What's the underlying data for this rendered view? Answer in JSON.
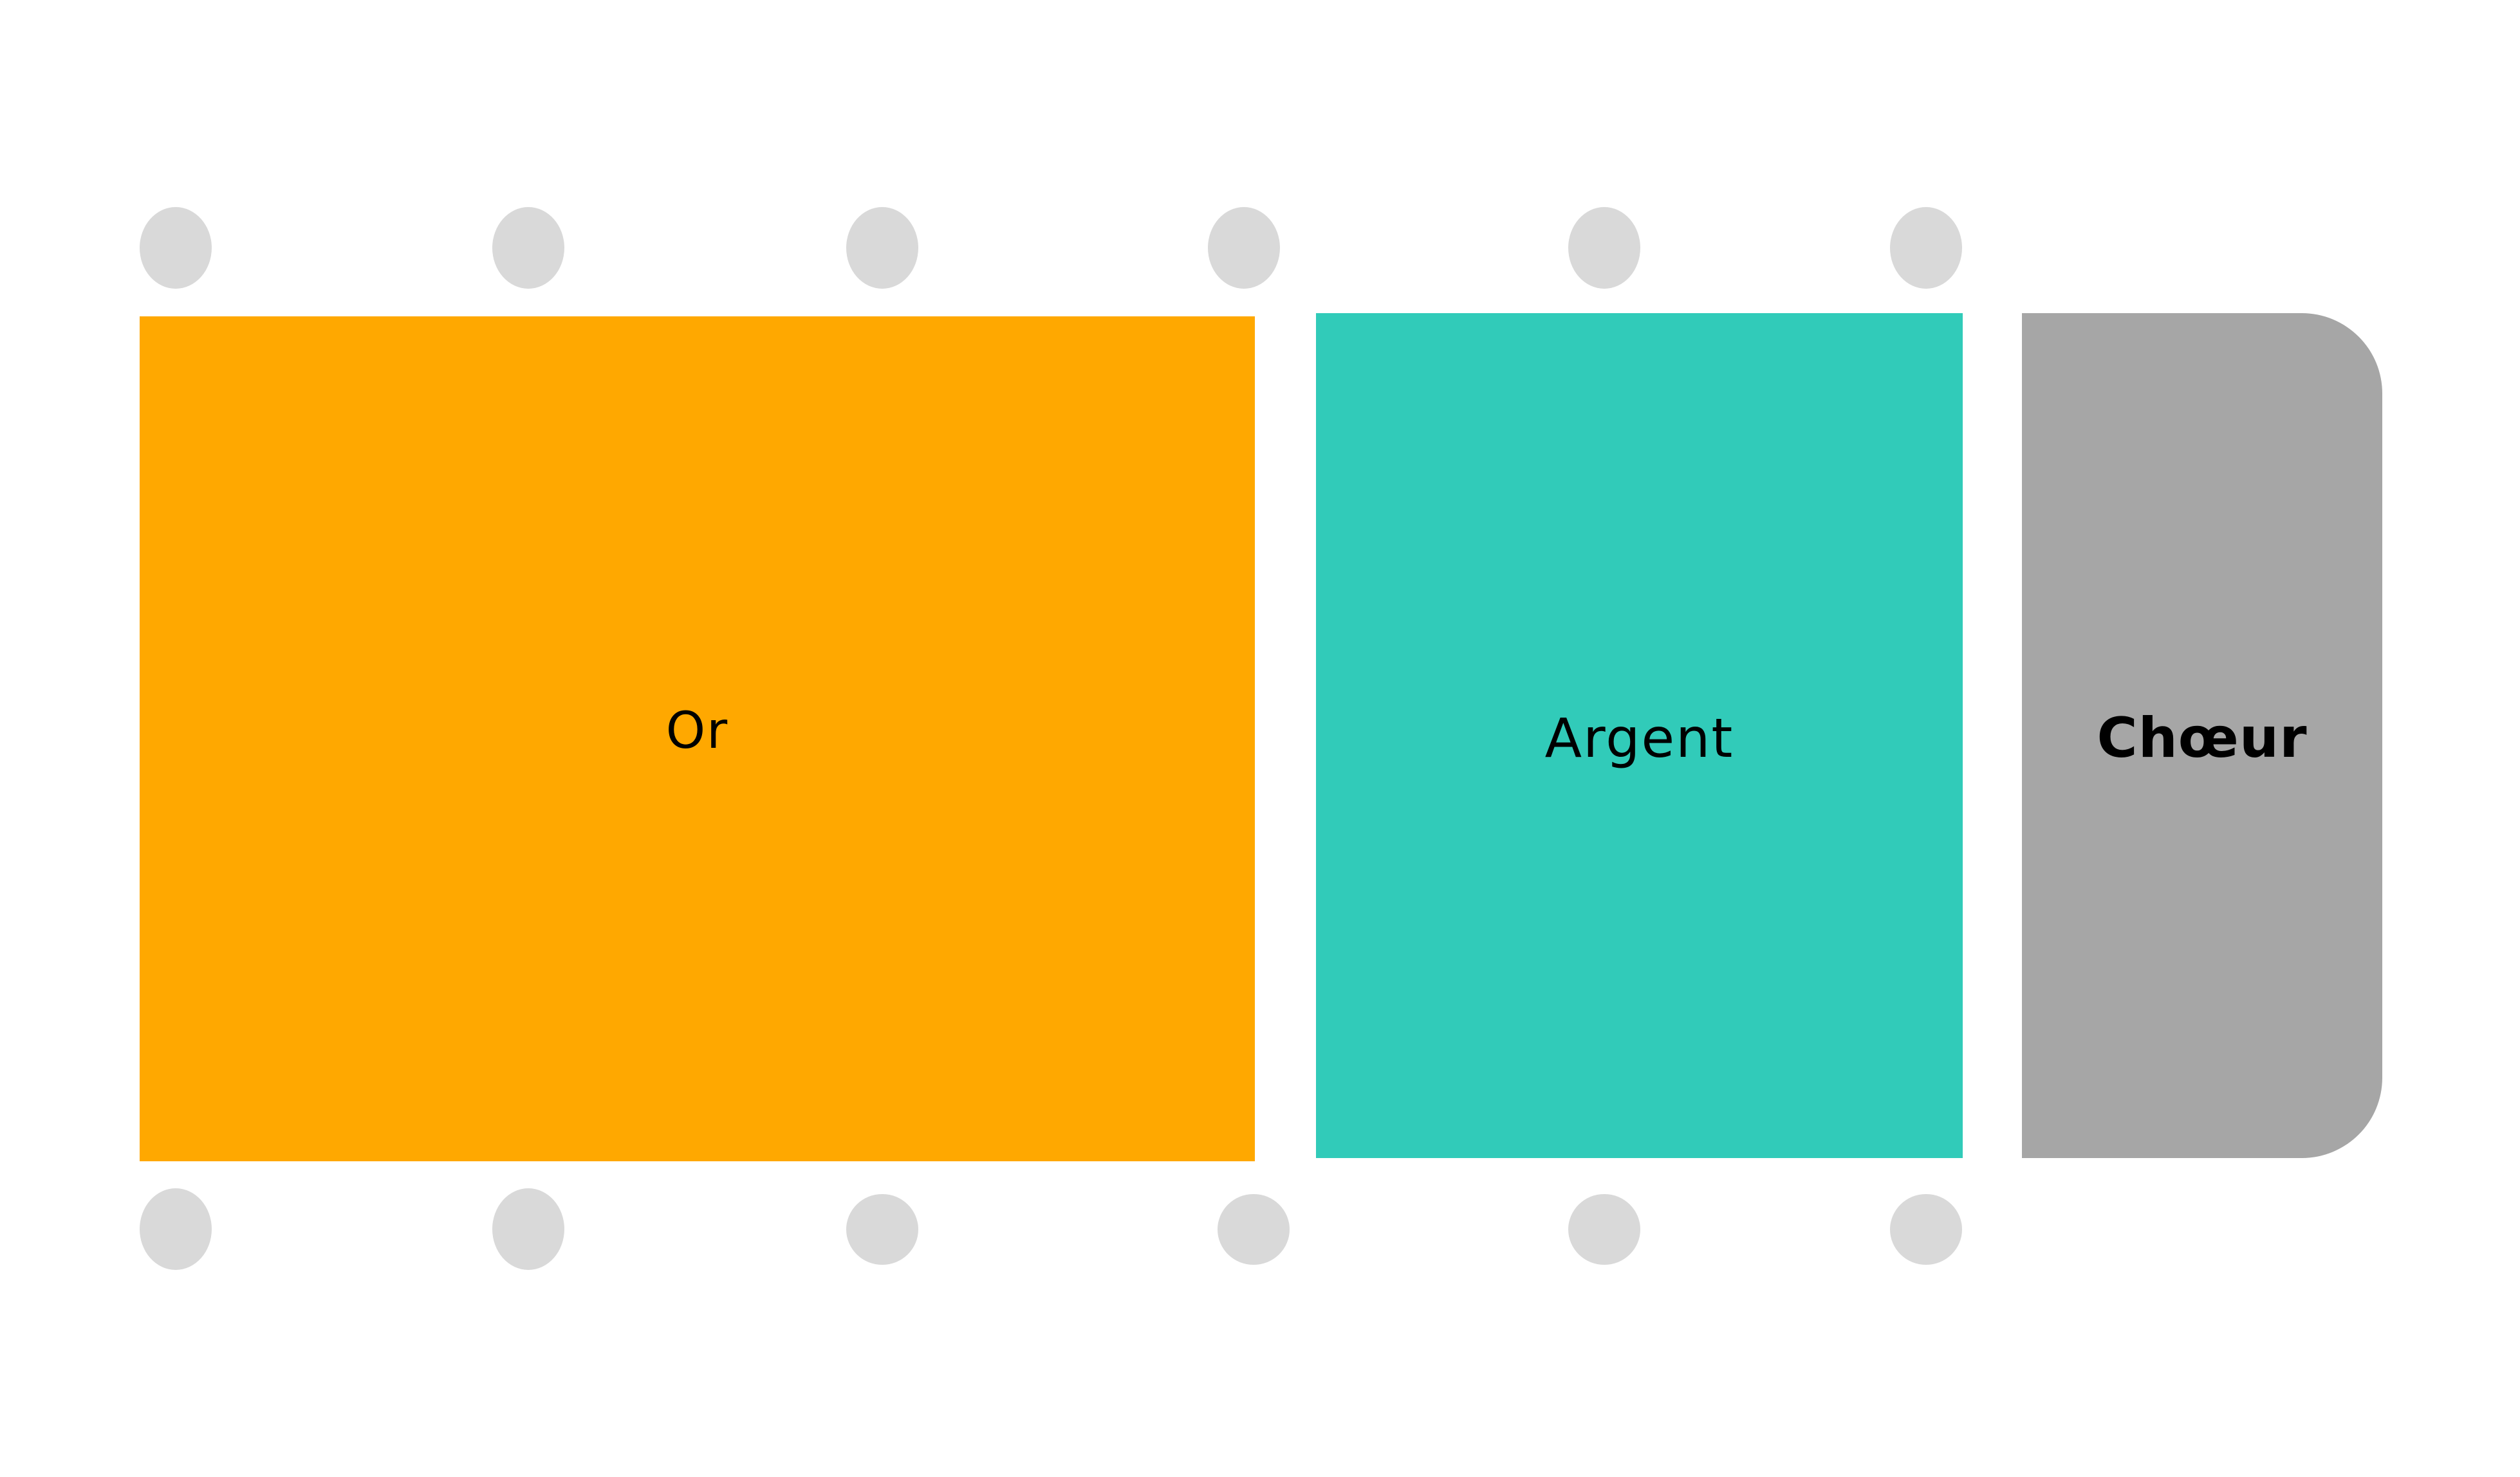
{
  "zones": {
    "or": {
      "label": "Or",
      "color": "#FFA800"
    },
    "argent": {
      "label": "Argent",
      "color": "#31CBB9"
    },
    "choeur": {
      "label": "Chœur",
      "color": "#A6A6A6"
    }
  },
  "seat_color": "#D9D9D9",
  "seat_rows": {
    "top_count": 6,
    "bottom_count": 6
  }
}
